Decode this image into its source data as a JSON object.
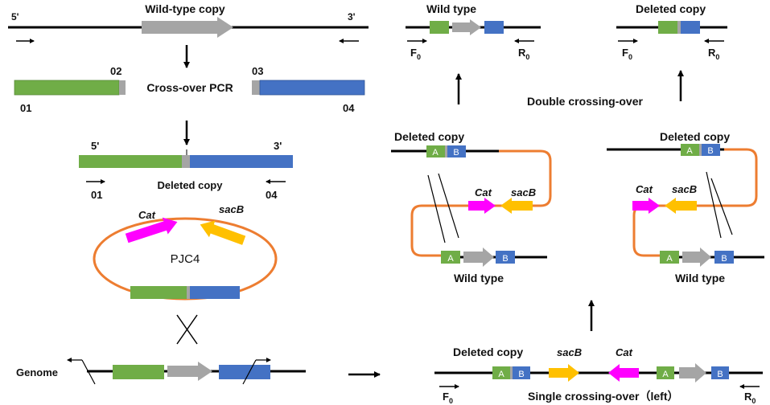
{
  "colors": {
    "green": "#70ad47",
    "gray": "#a5a5a5",
    "blue": "#4472c4",
    "orange": "#ed7d31",
    "magenta": "#ff00ff",
    "yellow": "#ffc000",
    "black": "#000000"
  },
  "top": {
    "wild_type_copy": "Wild-type copy",
    "five_prime": "5'",
    "three_prime": "3'",
    "primer_02": "02",
    "primer_03": "03",
    "primer_01": "01",
    "primer_04": "04",
    "crossover_pcr": "Cross-over PCR"
  },
  "deleted_construct": {
    "five_prime": "5'",
    "three_prime": "3'",
    "label": "Deleted copy",
    "primer_01": "01",
    "primer_04": "04"
  },
  "plasmid": {
    "name": "PJC4",
    "cat": "Cat",
    "sacb": "sacB"
  },
  "genome": {
    "label": "Genome"
  },
  "results": {
    "wild_type": "Wild type",
    "deleted_copy": "Deleted copy",
    "f0": "F",
    "r0": "R",
    "sub0": "0",
    "double_crossing_over": "Double crossing-over"
  },
  "intermediates": {
    "left": {
      "deleted_copy": "Deleted copy",
      "wild_type": "Wild type",
      "a": "A",
      "b": "B",
      "cat": "Cat",
      "sacb": "sacB"
    },
    "right": {
      "deleted_copy": "Deleted copy",
      "wild_type": "Wild type",
      "a": "A",
      "b": "B",
      "cat": "Cat",
      "sacb": "sacB"
    }
  },
  "single": {
    "deleted_copy": "Deleted copy",
    "sacb": "sacB",
    "cat": "Cat",
    "a1": "A",
    "b1": "B",
    "a2": "A",
    "b2": "B",
    "label": "Single crossing-over（left）",
    "f0": "F",
    "r0": "R",
    "sub0": "0"
  }
}
